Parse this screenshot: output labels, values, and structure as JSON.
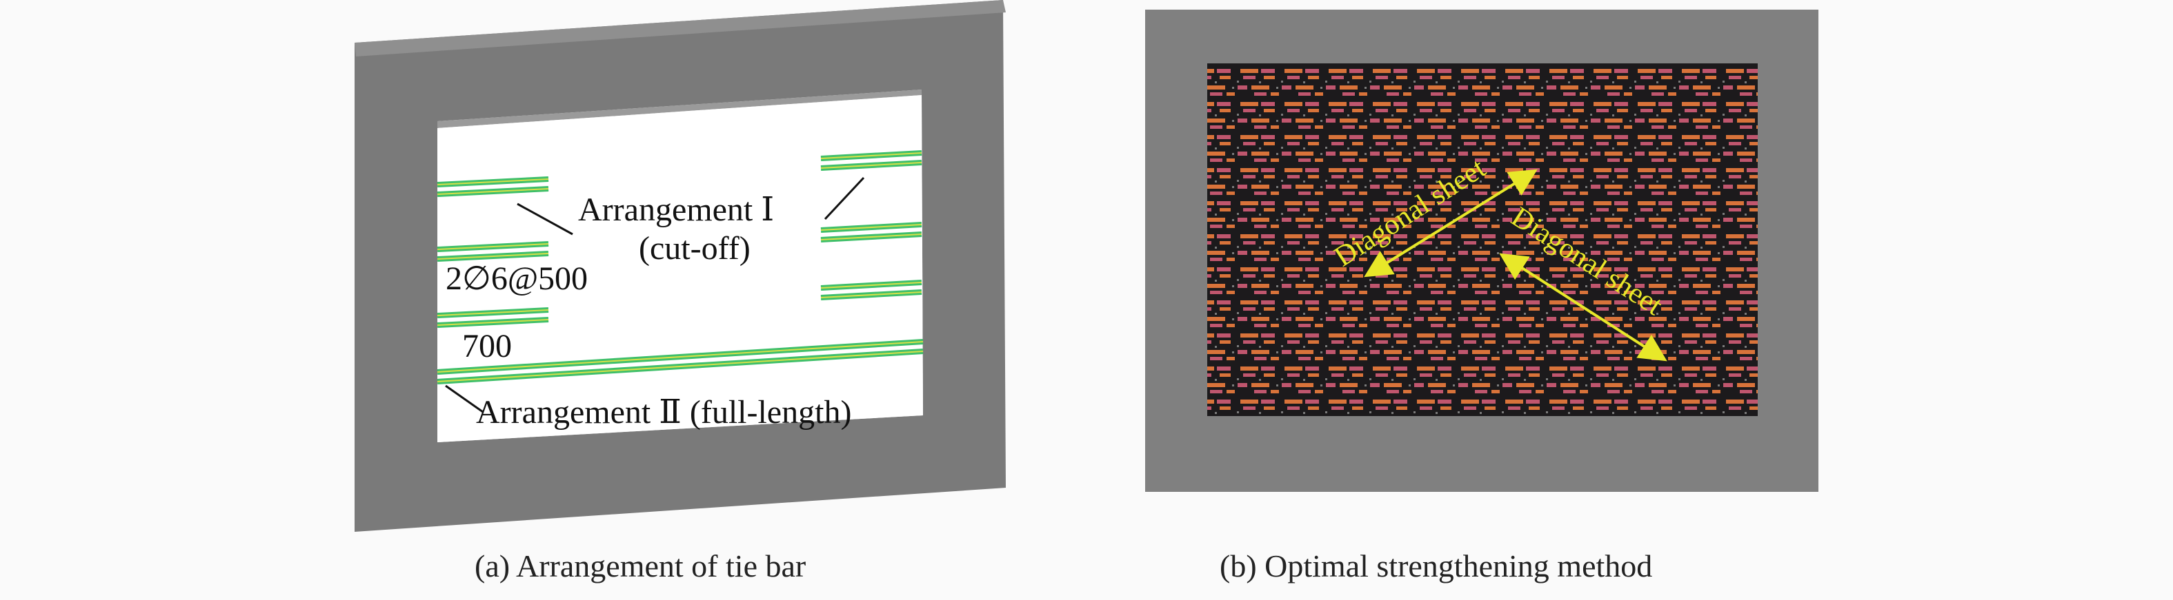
{
  "panel_a": {
    "caption": "(a) Arrangement of tie bar",
    "labels": {
      "arrangement_1": "Arrangement Ⅰ",
      "cut_off": "(cut-off)",
      "spacing": "2∅6@500",
      "length": "700",
      "arrangement_2": "Arrangement Ⅱ (full-length)"
    },
    "colors": {
      "frame": "#7a7a7a",
      "frame_top": "#8c8c8c",
      "bar": "#3fbf6a",
      "bar_core": "#d6e04a",
      "leader": "#111111"
    }
  },
  "panel_b": {
    "caption": "(b) Optimal strengthening method",
    "labels": {
      "diagonal_1": "Diagonal sheet",
      "diagonal_2": "Diagonal sheet"
    },
    "colors": {
      "frame": "#808080",
      "mesh_bg": "#1c1a1c",
      "stripe_orange": "#d9733a",
      "stripe_pink": "#c0566e",
      "arrow": "#e8e829"
    }
  }
}
